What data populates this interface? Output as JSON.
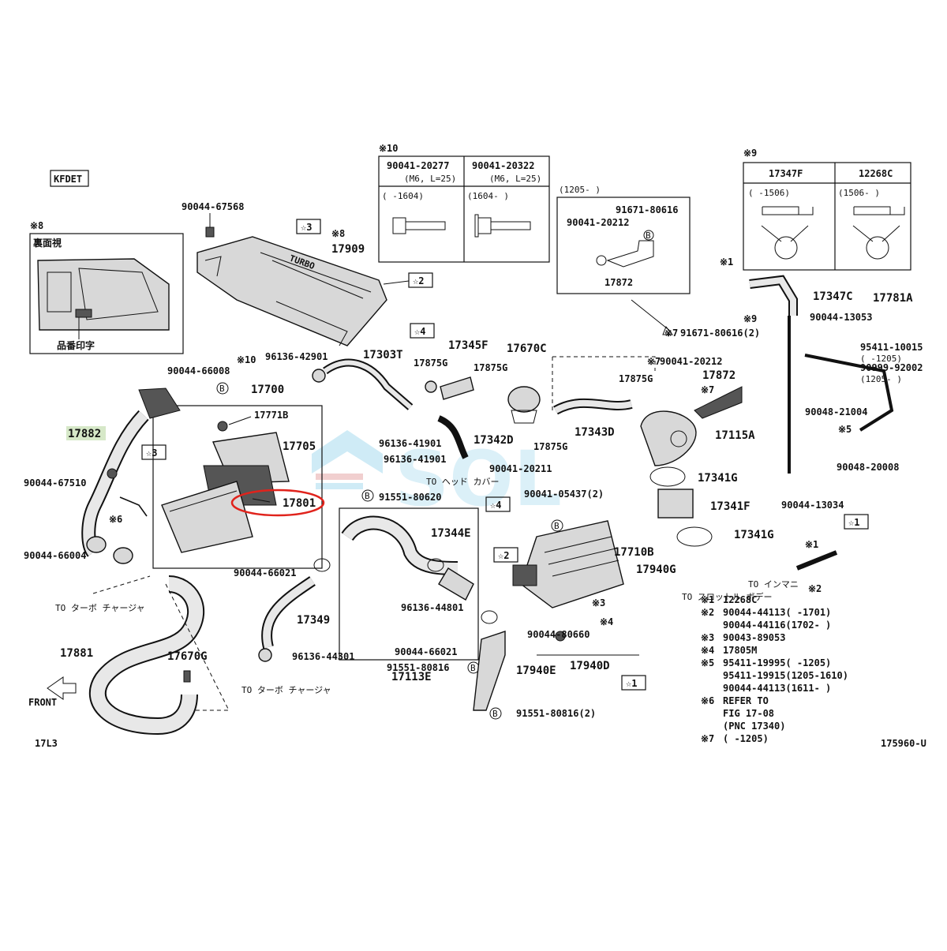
{
  "model_code": "KFDET",
  "diagram_code": "17L3",
  "figure_number": "175960-U",
  "front_label": "FRONT",
  "watermark": "SOL",
  "highlighted_part": "17801",
  "labels": {
    "p90044_67568": "90044-67568",
    "p17909": "17909",
    "p17909_note": "※8",
    "star3_a": "☆3",
    "star2_a": "☆2",
    "star4_a": "☆4",
    "note8": "※8",
    "ura_men": "裏面視",
    "hinban": "品番印字",
    "p96136_42901": "96136-42901",
    "p17303T": "17303T",
    "p17345F": "17345F",
    "p17670C": "17670C",
    "p17875G_a": "17875G",
    "p17875G_b": "17875G",
    "p17875G_c": "17875G",
    "p17875G_d": "17875G",
    "p90044_66008": "90044-66008",
    "note10_a": "※10",
    "p17700": "17700",
    "p17771B": "17771B",
    "p17705": "17705",
    "p17801": "17801",
    "star3_b": "☆3",
    "p17882": "17882",
    "p90044_67510": "90044-67510",
    "note6": "※6",
    "p90044_66004": "90044-66004",
    "to_turbo_1": "TO ターボ チャージャ",
    "p17881": "17881",
    "p17670G": "17670G",
    "p96136_41901_a": "96136-41901",
    "p96136_41901_b": "96136-41901",
    "p17342D": "17342D",
    "to_head_cover": "TO ヘッド カバー",
    "p91551_80620": "91551-80620",
    "p90044_66021_a": "90044-66021",
    "p17344E": "17344E",
    "p17349": "17349",
    "p96136_44801": "96136-44801",
    "p17113E": "17113E",
    "p96136_44301": "96136-44301",
    "to_turbo_2": "TO ターボ チャージャ",
    "p90044_66021_b": "90044-66021",
    "p91551_80816_a": "91551-80816",
    "p17940E": "17940E",
    "p91551_80816_b": "91551-80816(2)",
    "p90041_20211": "90041-20211",
    "p90041_05437": "90041-05437(2)",
    "star4_b": "☆4",
    "star2_b": "☆2",
    "p17710B": "17710B",
    "p17940G": "17940G",
    "p90044_80660": "90044-80660",
    "note3": "※3",
    "note4": "※4",
    "p17940D": "17940D",
    "star1_a": "☆1",
    "p17343D": "17343D",
    "p17115A": "17115A",
    "p17341G_a": "17341G",
    "p17341F": "17341F",
    "p17341G_b": "17341G",
    "to_throttle": "TO スロットル ボデー",
    "to_inmani": "TO インマニ",
    "note1_a": "※1",
    "note2_a": "※2",
    "note7_a": "※7",
    "p91671_80616_2": "91671-80616(2)",
    "note7_b": "※7",
    "p90041_20212_b": "90041-20212",
    "p17872_b": "17872",
    "note7_c": "※7",
    "p17347C": "17347C",
    "p17781A": "17781A",
    "p90044_13053": "90044-13053",
    "p95411_10015": "95411-10015",
    "p95411_10015_r": "(      -1205)",
    "p90999_92002": "90999-92002",
    "p90999_92002_r": "(1205-      )",
    "p90048_21004": "90048-21004",
    "p90048_20008": "90048-20008",
    "p90044_13034": "90044-13034",
    "star1_b": "☆1",
    "note5": "※5",
    "note9_b": "※9",
    "x1": "※1",
    "x2": "※2"
  },
  "table10": {
    "note": "※10",
    "headers": [
      "90041-20277",
      "90041-20322"
    ],
    "specs": [
      "(M6, L=25)",
      "(M6, L=25)"
    ],
    "ranges": [
      "(      -1604)",
      "(1604-      )"
    ]
  },
  "table9": {
    "note": "※9",
    "headers": [
      "17347F",
      "12268C"
    ],
    "ranges": [
      "(    -1506)",
      "(1506-      )"
    ]
  },
  "box1205": {
    "title": "(1205-      )",
    "p1": "91671-80616",
    "p2": "90041-20212",
    "p3": "17872"
  },
  "legend": [
    {
      "key": "※1",
      "value": "12268C"
    },
    {
      "key": "※2",
      "value": "90044-44113(      -1701)"
    },
    {
      "key": "",
      "value": "90044-44116(1702-      )"
    },
    {
      "key": "※3",
      "value": "90043-89053"
    },
    {
      "key": "※4",
      "value": "17805M"
    },
    {
      "key": "※5",
      "value": "95411-19995(      -1205)"
    },
    {
      "key": "",
      "value": "95411-19915(1205-1610)"
    },
    {
      "key": "",
      "value": "90044-44113(1611-      )"
    },
    {
      "key": "※6",
      "value": "REFER TO"
    },
    {
      "key": "",
      "value": "FIG 17-08"
    },
    {
      "key": "",
      "value": "(PNC 17340)"
    },
    {
      "key": "※7",
      "value": "(      -1205)"
    }
  ],
  "colors": {
    "line": "#111111",
    "highlight": "#e0231c",
    "watermark": "#a8dcef",
    "label_fill": "#d6e8c8"
  }
}
